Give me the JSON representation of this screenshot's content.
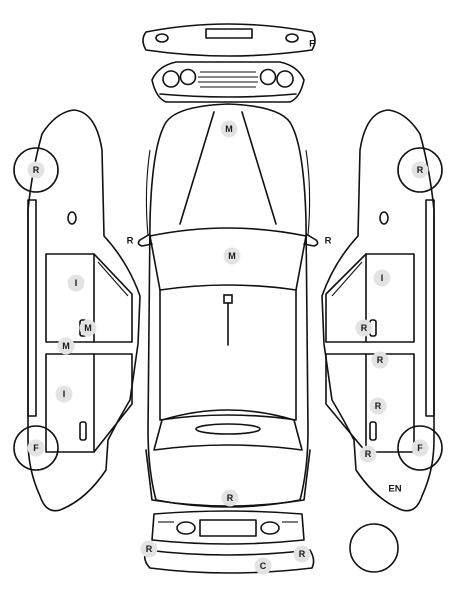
{
  "markers": [
    {
      "id": "front-bumper-f",
      "code": "F"
    },
    {
      "id": "hood-m",
      "code": "M"
    },
    {
      "id": "left-mirror-r",
      "code": "R"
    },
    {
      "id": "right-mirror-r",
      "code": "R"
    },
    {
      "id": "windshield-m",
      "code": "M"
    },
    {
      "id": "tailgate-r",
      "code": "R"
    },
    {
      "id": "rear-bumper-left-r",
      "code": "R"
    },
    {
      "id": "rear-bumper-c",
      "code": "C"
    },
    {
      "id": "rear-bumper-right-r",
      "code": "R"
    },
    {
      "id": "left-front-wheel-r",
      "code": "R"
    },
    {
      "id": "left-front-door-i",
      "code": "I"
    },
    {
      "id": "left-door-handle-m",
      "code": "M"
    },
    {
      "id": "left-sill-m",
      "code": "M"
    },
    {
      "id": "left-rear-door-i",
      "code": "I"
    },
    {
      "id": "left-rear-wheel-f",
      "code": "F"
    },
    {
      "id": "right-front-wheel-r",
      "code": "R"
    },
    {
      "id": "right-front-door-i",
      "code": "I"
    },
    {
      "id": "right-door-handle-r",
      "code": "R"
    },
    {
      "id": "right-sill-r",
      "code": "R"
    },
    {
      "id": "right-rear-door-r",
      "code": "R"
    },
    {
      "id": "right-rear-handle-r",
      "code": "R"
    },
    {
      "id": "right-rear-wheel-f",
      "code": "F"
    }
  ],
  "labels": {
    "engine": "EN"
  }
}
